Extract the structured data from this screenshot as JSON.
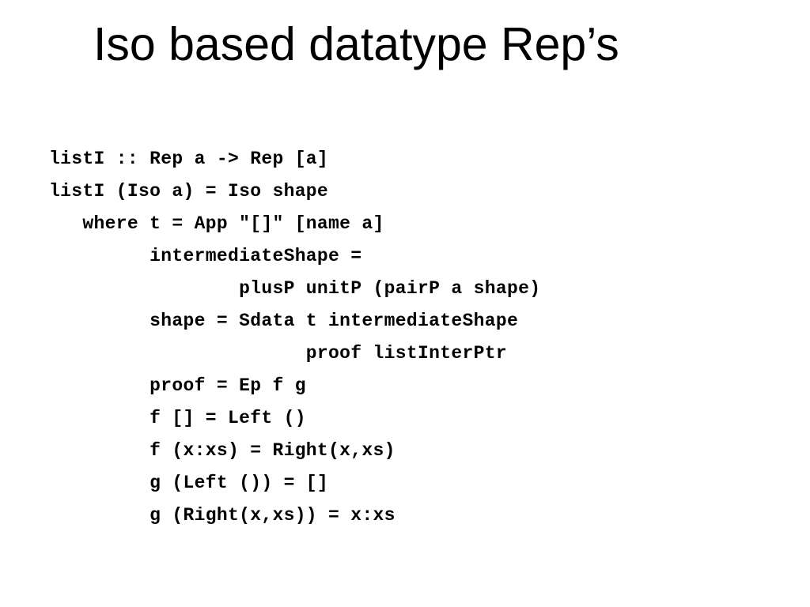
{
  "slide": {
    "title": "Iso based datatype Rep’s",
    "code_lines": [
      "listI :: Rep a -> Rep [a]",
      "listI (Iso a) = Iso shape",
      "   where t = App \"[]\" [name a]",
      "         intermediateShape =",
      "                 plusP unitP (pairP a shape)",
      "         shape = Sdata t intermediateShape",
      "                       proof listInterPtr",
      "         proof = Ep f g",
      "         f [] = Left ()",
      "         f (x:xs) = Right(x,xs)",
      "         g (Left ()) = []",
      "         g (Right(x,xs)) = x:xs"
    ]
  }
}
